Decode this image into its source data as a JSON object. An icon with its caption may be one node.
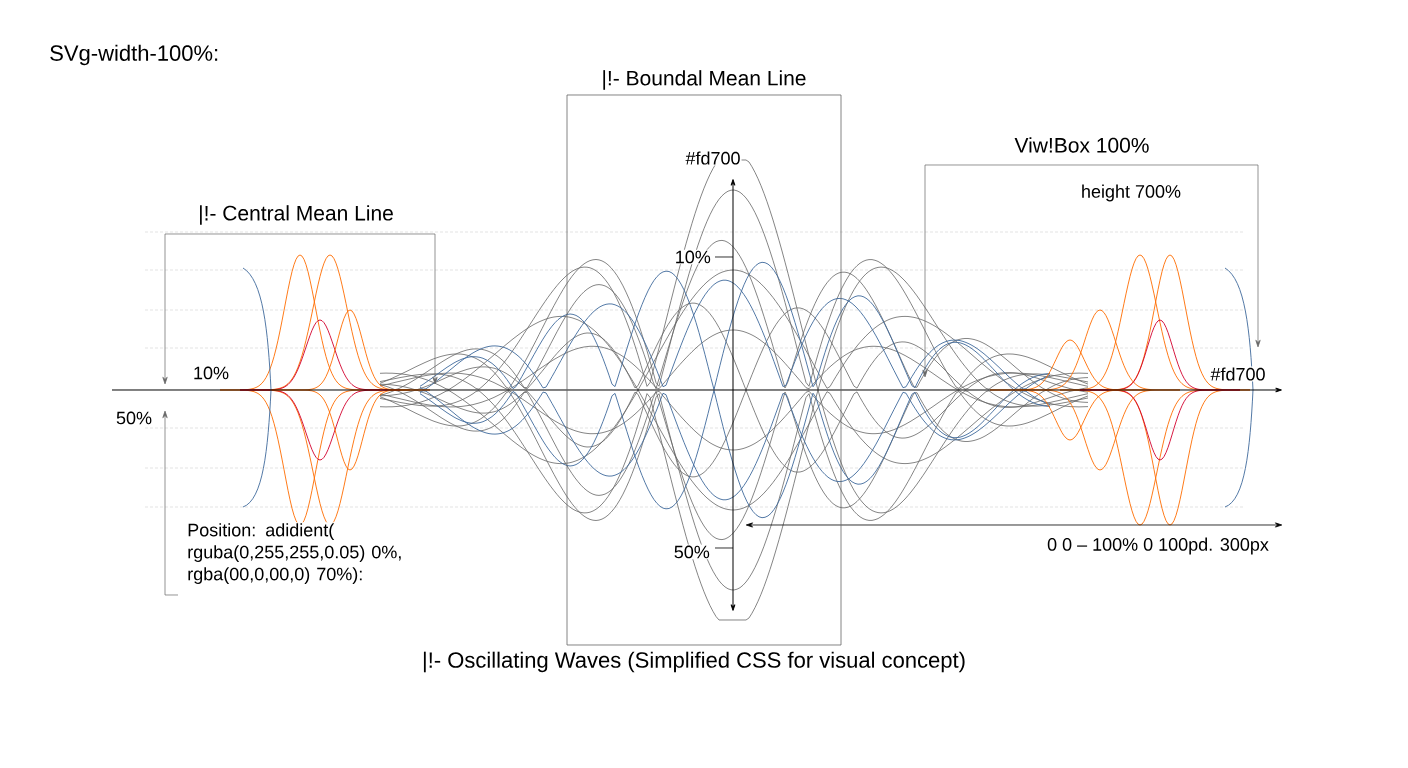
{
  "diagram": {
    "title": "SVg-width-100%:",
    "caption": "|!- Oscillating Waves (Simplified CSS for visual concept)",
    "nodes": [
      {
        "text": [
          "|!- Boundal Mean Line"
        ]
      }
    ],
    "labels": [
      "#fd700",
      "Viw!Box 100%",
      "height 700%",
      "|!- Central Mean Line",
      "10%",
      "10%",
      "#fd700",
      "50%",
      "Position: adidient( rguba(0,255,255,0.05) 0%, rgba(00,0,00,0) 70%):",
      "0 0 – 100% 0 100pd. 300px",
      "50%"
    ]
  }
}
